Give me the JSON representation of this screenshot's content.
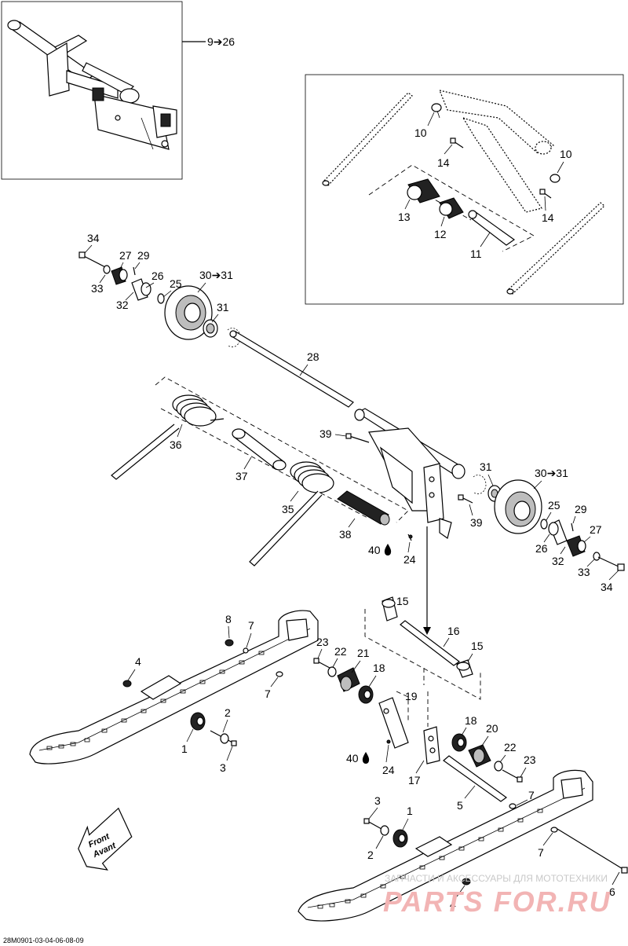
{
  "callouts": {
    "c9_26": "9➔26",
    "c10a": "10",
    "c10b": "10",
    "c14a": "14",
    "c14b": "14",
    "c13": "13",
    "c12": "12",
    "c11": "11",
    "c34a": "34",
    "c27a": "27",
    "c29a": "29",
    "c33a": "33",
    "c26a": "26",
    "c25a": "25",
    "c32a": "32",
    "c30_31a": "30➔31",
    "c31a": "31",
    "c28": "28",
    "c36": "36",
    "c39a": "39",
    "c37": "37",
    "c35": "35",
    "c38": "38",
    "c40a": "40",
    "c24a": "24",
    "c31b": "31",
    "c30_31b": "30➔31",
    "c39b": "39",
    "c25b": "25",
    "c29b": "29",
    "c26b": "26",
    "c27b": "27",
    "c32b": "32",
    "c33b": "33",
    "c34b": "34",
    "c15a": "15",
    "c16": "16",
    "c15b": "15",
    "c8": "8",
    "c7a": "7",
    "c4a": "4",
    "c7b": "7",
    "c23a": "23",
    "c22a": "22",
    "c21": "21",
    "c18a": "18",
    "c19": "19",
    "c2a": "2",
    "c1a": "1",
    "c3a": "3",
    "c18b": "18",
    "c20": "20",
    "c22b": "22",
    "c23b": "23",
    "c40b": "40",
    "c24b": "24",
    "c17": "17",
    "c5": "5",
    "c7c": "7",
    "c3b": "3",
    "c1b": "1",
    "c2b": "2",
    "c7d": "7",
    "c6": "6",
    "c4b": "4"
  },
  "front_label": {
    "line1": "Front",
    "line2": "Avant"
  },
  "watermark": {
    "top_text": "ЗАПЧАСТИ И АКСЕССУАРЫ ДЛЯ МОТОТЕХНИКИ",
    "brand": "PARTS FOR.RU"
  },
  "reference_code": "28M0901-03-04-06-08-09",
  "icons": {
    "oil_drop": "oil-drop-icon",
    "arrow_right": "arrow-right-glyph"
  },
  "colors": {
    "line": "#000000",
    "watermark_red": "#f2b4b4",
    "watermark_grey": "#c9c9c9"
  }
}
